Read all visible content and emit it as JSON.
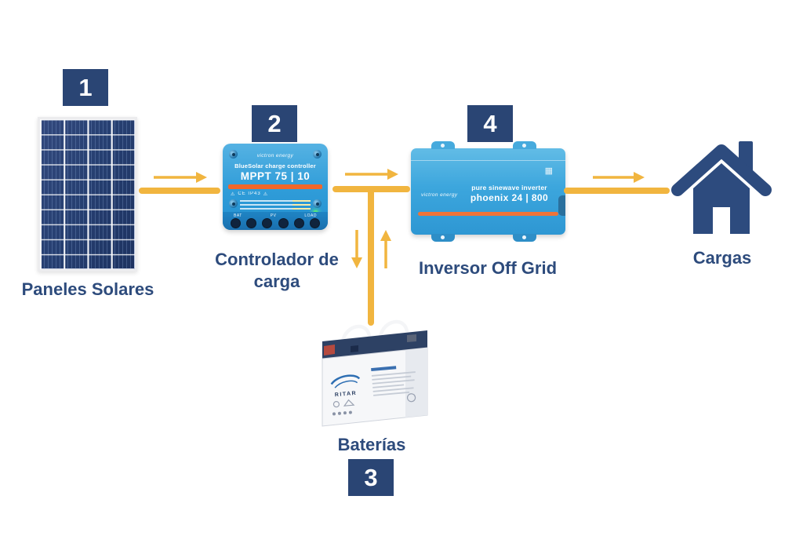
{
  "colors": {
    "navy": "#2a4574",
    "label_text": "#2d4b7c",
    "arrow_yellow": "#f1b53f",
    "victron_blue": "#2f9cd8",
    "orange_stripe": "#f1672a",
    "led_green": "#55e97c",
    "background": "#ffffff"
  },
  "icons": {
    "warning": "⚠",
    "qr": "▦"
  },
  "nodes": {
    "panels": {
      "badge": "1",
      "label": "Paneles Solares"
    },
    "controller": {
      "badge": "2",
      "label": "Controlador de carga",
      "device": {
        "brand": "victron energy",
        "product_line": "BlueSolar charge controller",
        "model": "MPPT 75 | 10",
        "certifications": "CE IP43",
        "terminals": [
          "BAT",
          "PV",
          "LOAD"
        ]
      }
    },
    "battery": {
      "badge": "3",
      "label": "Baterías",
      "device": {
        "brand": "RITAR"
      }
    },
    "inverter": {
      "badge": "4",
      "label": "Inversor Off Grid",
      "device": {
        "brand": "victron energy",
        "product_line": "pure sinewave inverter",
        "model": "phoenix 24 | 800"
      }
    },
    "loads": {
      "label": "Cargas"
    }
  }
}
